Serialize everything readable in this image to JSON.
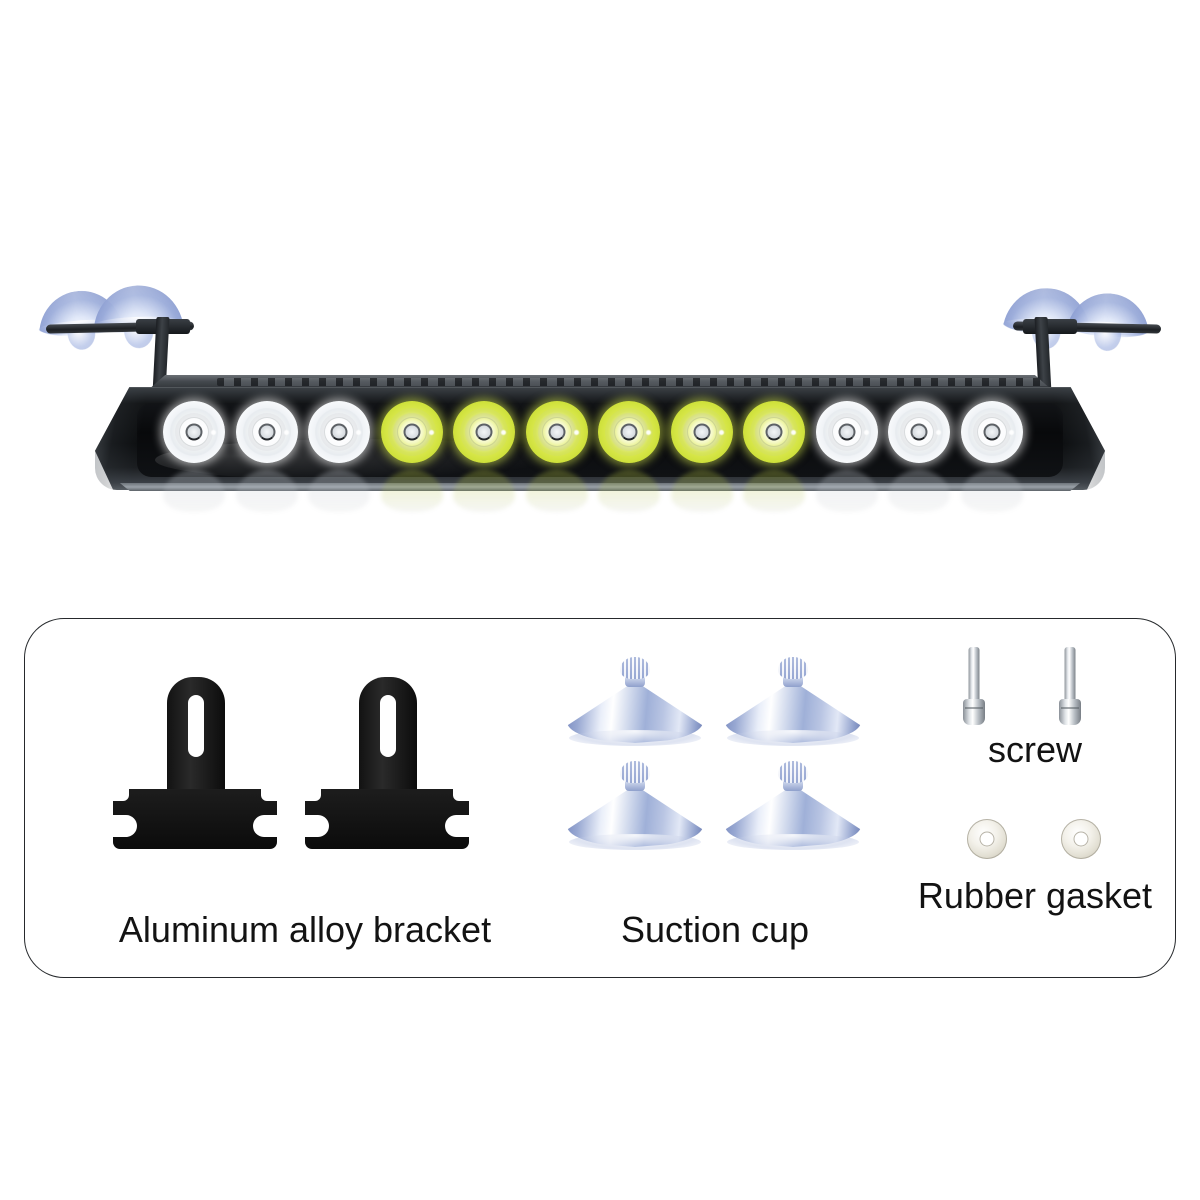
{
  "product": {
    "name": "windshield-led-light-bar",
    "housing_color": "#0d0f11",
    "top_strip_color": "#44494e",
    "led_count": 12,
    "leds": [
      {
        "index": 1,
        "color_name": "white",
        "hex": "#ffffff"
      },
      {
        "index": 2,
        "color_name": "white",
        "hex": "#ffffff"
      },
      {
        "index": 3,
        "color_name": "white",
        "hex": "#ffffff"
      },
      {
        "index": 4,
        "color_name": "yellow",
        "hex": "#d4e13c"
      },
      {
        "index": 5,
        "color_name": "yellow",
        "hex": "#d4e13c"
      },
      {
        "index": 6,
        "color_name": "yellow",
        "hex": "#d4e13c"
      },
      {
        "index": 7,
        "color_name": "yellow",
        "hex": "#d4e13c"
      },
      {
        "index": 8,
        "color_name": "yellow",
        "hex": "#d4e13c"
      },
      {
        "index": 9,
        "color_name": "yellow",
        "hex": "#d4e13c"
      },
      {
        "index": 10,
        "color_name": "white",
        "hex": "#ffffff"
      },
      {
        "index": 11,
        "color_name": "white",
        "hex": "#ffffff"
      },
      {
        "index": 12,
        "color_name": "white",
        "hex": "#ffffff"
      }
    ],
    "mounts": [
      {
        "side": "left",
        "suction_cup_count": 2
      },
      {
        "side": "right",
        "suction_cup_count": 2
      }
    ]
  },
  "accessories": {
    "border_color": "#26292c",
    "caption_color": "#131313",
    "groups": [
      {
        "id": "bracket",
        "label": "Aluminum alloy bracket",
        "quantity": 2,
        "item_color": "#0b0b0b"
      },
      {
        "id": "suction-cup",
        "label": "Suction cup",
        "quantity": 4,
        "item_color": "#9fb0d8"
      },
      {
        "id": "screw",
        "label": "screw",
        "quantity": 2,
        "item_color": "#c2c8ce"
      },
      {
        "id": "rubber-gasket",
        "label": "Rubber gasket",
        "quantity": 2,
        "item_color": "#e3e0d4"
      }
    ]
  }
}
